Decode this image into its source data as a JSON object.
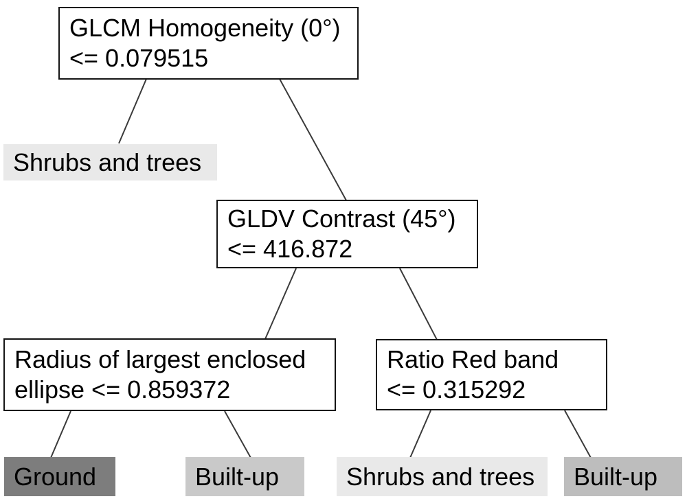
{
  "diagram_type": "decision-tree",
  "colors": {
    "background": "#ffffff",
    "node_fill": "#ffffff",
    "node_border": "#141414",
    "edge": "#3a3a3a",
    "text": "#000000",
    "leaf_light": "#e9e9e9",
    "leaf_medium": "#c9c9c9",
    "leaf_medium_dark": "#bdbdbd",
    "leaf_dark": "#7d7d7d"
  },
  "nodes": {
    "root": {
      "line1": "GLCM Homogeneity (0°)",
      "line2": "<= 0.079515"
    },
    "gldv": {
      "line1": "GLDV Contrast (45°)",
      "line2": "<= 416.872"
    },
    "radius": {
      "line1": "Radius of largest enclosed",
      "line2": "ellipse <= 0.859372"
    },
    "ratio": {
      "line1": "Ratio Red band",
      "line2": "<= 0.315292"
    }
  },
  "leaves": {
    "shrubs_top": {
      "label": "Shrubs and trees",
      "shade": "light"
    },
    "ground": {
      "label": "Ground",
      "shade": "dark"
    },
    "builtup_left": {
      "label": "Built-up",
      "shade": "medium"
    },
    "shrubs_bottom": {
      "label": "Shrubs and trees",
      "shade": "light"
    },
    "builtup_right": {
      "label": "Built-up",
      "shade": "medium_dark"
    }
  },
  "structure": {
    "edges": [
      {
        "from": "root",
        "to": "shrubs_top"
      },
      {
        "from": "root",
        "to": "gldv"
      },
      {
        "from": "gldv",
        "to": "radius"
      },
      {
        "from": "gldv",
        "to": "ratio"
      },
      {
        "from": "radius",
        "to": "ground"
      },
      {
        "from": "radius",
        "to": "builtup_left"
      },
      {
        "from": "ratio",
        "to": "shrubs_bottom"
      },
      {
        "from": "ratio",
        "to": "builtup_right"
      }
    ]
  }
}
